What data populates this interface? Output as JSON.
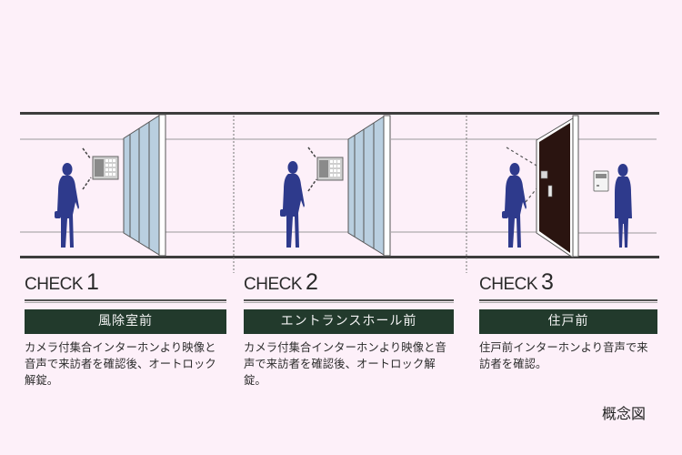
{
  "colors": {
    "background": "#fdf0f9",
    "label_bar": "#223a2c",
    "figure": "#2e3a8c",
    "glass": "#b9cfe0",
    "door": "#2a1410",
    "line": "#444444"
  },
  "panels": [
    {
      "check_word": "CHECK",
      "check_number": "1",
      "location": "風除室前",
      "description": "カメラ付集合インターホンより映像と音声で来訪者を確認後、オートロック解錠。",
      "illustration": [
        "person-icon",
        "intercom-panel-icon",
        "glass-door-icon"
      ]
    },
    {
      "check_word": "CHECK",
      "check_number": "2",
      "location": "エントランスホール前",
      "description": "カメラ付集合インターホンより映像と音声で来訪者を確認後、オートロック解錠。",
      "illustration": [
        "person-icon",
        "intercom-panel-icon",
        "glass-door-icon"
      ]
    },
    {
      "check_word": "CHECK",
      "check_number": "3",
      "location": "住戸前",
      "description": "住戸前インターホンより音声で来訪者を確認。",
      "illustration": [
        "person-icon",
        "door-icon",
        "indoor-monitor-icon",
        "resident-icon"
      ]
    }
  ],
  "caption": "概念図"
}
